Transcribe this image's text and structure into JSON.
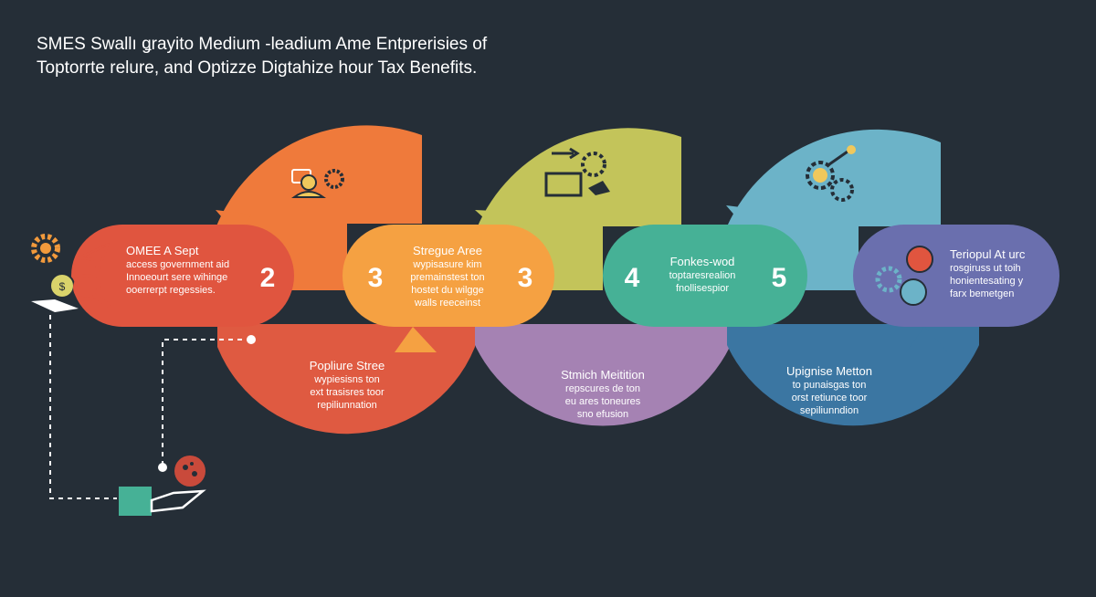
{
  "title": {
    "line1": "SMES Swallı ǥrayito Medium -leadium Ame Entprerisies of",
    "line2": "Toptorrte relure, and Optizze Digtahize hour Tax Benefits."
  },
  "steps": [
    {
      "heading": "OMEE A Sept",
      "lines": [
        "access government aid",
        "Innoeourt sere wihinge",
        "ooerrerpt regessies."
      ],
      "number": "2",
      "color": "#e0553f"
    },
    {
      "heading": "Popliure Stree",
      "lines": [
        "wypiesisns ton",
        "ext trasisres toor",
        "repiliunnation"
      ],
      "color": "#df5a41"
    },
    {
      "heading": "Stregue Aree",
      "lines": [
        "wypisasure kim",
        "premainstest ton",
        "hostet du wilgge",
        "walls reeceinst"
      ],
      "numberLeft": "3",
      "numberRight": "3",
      "color": "#f5a142"
    },
    {
      "heading": "Stmich Meitition",
      "lines": [
        "repscures de ton",
        "eu ares toneures",
        "sno efusion"
      ],
      "color": "#a582b3"
    },
    {
      "heading": "Fonkes-wod",
      "lines": [
        "toptaresrealion",
        "fnollisespior"
      ],
      "numberLeft": "4",
      "numberRight": "5",
      "color": "#46b196"
    },
    {
      "heading": "Upignise Metton",
      "lines": [
        "to punaisgas ton",
        "orst retiunce toor",
        "sepiliunndion"
      ],
      "color": "#3b76a2"
    },
    {
      "heading": "Teriopul At urc",
      "lines": [
        "rosgiruss ut toih",
        "honientesating y",
        "farx bemetgen"
      ],
      "color": "#6a6fae"
    }
  ],
  "top_domes": [
    "#ef7a3b",
    "#c3c45a",
    "#6cb3c8"
  ],
  "icons": [
    "gears-dollar-icon",
    "hand-offer-icon",
    "magnifier-icon",
    "person-gear-icon",
    "cart-gear-icon",
    "dollar-gears-icon",
    "coin-gears-icon",
    "dollar-circle-icon"
  ]
}
